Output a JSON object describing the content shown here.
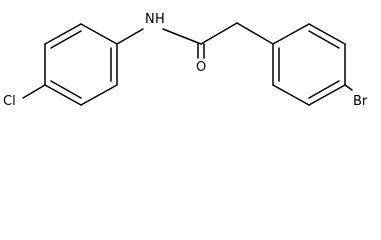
{
  "molecule": {
    "atom_labels": {
      "chlorine": "Cl",
      "nitrogen": "N",
      "hydrogen": "H",
      "oxygen": "O",
      "bromine": "Br"
    }
  }
}
